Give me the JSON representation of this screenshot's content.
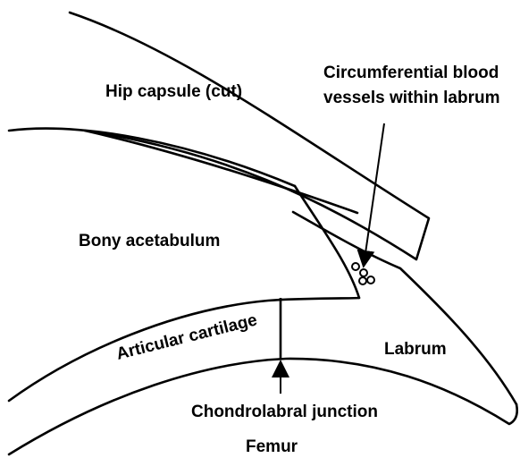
{
  "labels": {
    "hip_capsule": "Hip capsule (cut)",
    "blood_vessels_line1": "Circumferential blood",
    "blood_vessels_line2": "vessels within labrum",
    "bony_acetabulum": "Bony acetabulum",
    "articular_cartilage": "Articular cartilage",
    "labrum": "Labrum",
    "chondrolabral_junction": "Chondrolabral junction",
    "femur": "Femur"
  },
  "colors": {
    "ink": "#000000",
    "background": "#ffffff"
  }
}
